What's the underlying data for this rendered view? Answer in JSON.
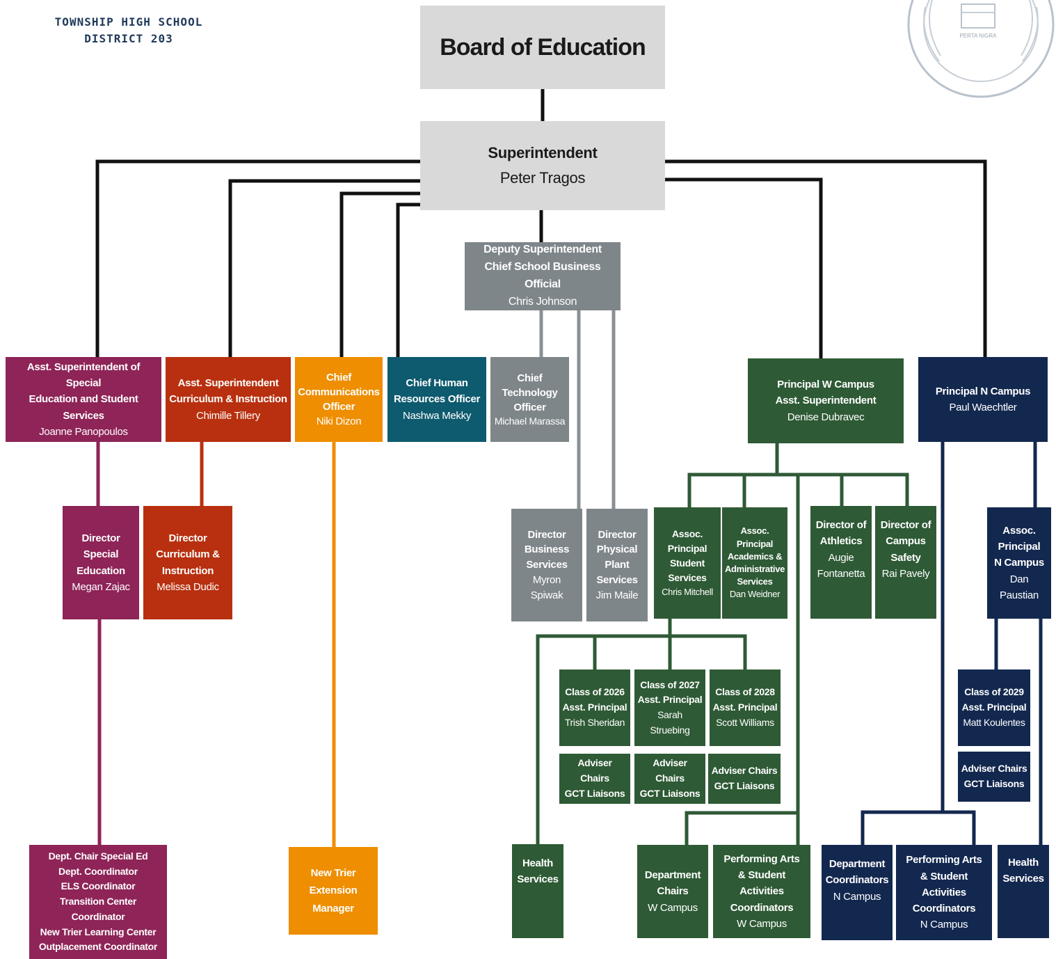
{
  "logo": {
    "line1": "TOWNSHIP HIGH SCHOOL",
    "line2": "DISTRICT 203",
    "seal_motto": "PERTA NIGRA"
  },
  "colors": {
    "board_gray": "#d9d9d9",
    "slate": "#7f868a",
    "plum": "#8e2457",
    "rust": "#b8300f",
    "orange": "#ee8e00",
    "teal": "#0e5a6e",
    "green": "#2e5a35",
    "navy": "#13284f"
  },
  "board": {
    "title": "Board of Education"
  },
  "superintendent": {
    "title": "Superintendent",
    "name": "Peter Tragos"
  },
  "deputy": {
    "line1": "Deputy Superintendent",
    "line2": "Chief School Business Official",
    "name": "Chris Johnson"
  },
  "asst_sped": {
    "line1": "Asst. Superintendent of Special",
    "line2": "Education and Student Services",
    "name": "Joanne Panopoulos"
  },
  "asst_ci": {
    "line1": "Asst. Superintendent",
    "line2": "Curriculum & Instruction",
    "name": "Chimille Tillery"
  },
  "chief_comm": {
    "line1": "Chief",
    "line2": "Communications",
    "line3": "Officer",
    "name": "Niki Dizon"
  },
  "chief_hr": {
    "line1": "Chief Human",
    "line2": "Resources Officer",
    "name": "Nashwa Mekky"
  },
  "chief_tech": {
    "line1": "Chief",
    "line2": "Technology",
    "line3": "Officer",
    "name": "Michael Marassa"
  },
  "principal_w": {
    "line1": "Principal W Campus",
    "line2": "Asst. Superintendent",
    "name": "Denise Dubravec"
  },
  "principal_n": {
    "line1": "Principal N Campus",
    "name": "Paul Waechtler"
  },
  "dir_sped": {
    "line1": "Director",
    "line2": "Special",
    "line3": "Education",
    "name": "Megan Zajac"
  },
  "dir_ci": {
    "line1": "Director",
    "line2": "Curriculum &",
    "line3": "Instruction",
    "name": "Melissa Dudic"
  },
  "dir_bus": {
    "line1": "Director",
    "line2": "Business",
    "line3": "Services",
    "name1": "Myron",
    "name2": "Spiwak"
  },
  "dir_plant": {
    "line1": "Director",
    "line2": "Physical",
    "line3": "Plant",
    "line4": "Services",
    "name": "Jim Maile"
  },
  "ap_student": {
    "line1": "Assoc.",
    "line2": "Principal",
    "line3": "Student",
    "line4": "Services",
    "name": "Chris Mitchell"
  },
  "ap_academics": {
    "line1": "Assoc.",
    "line2": "Principal",
    "line3": "Academics &",
    "line4": "Administrative",
    "line5": "Services",
    "name": "Dan Weidner"
  },
  "dir_athletics": {
    "line1": "Director of",
    "line2": "Athletics",
    "name1": "Augie",
    "name2": "Fontanetta"
  },
  "dir_safety": {
    "line1": "Director of",
    "line2": "Campus",
    "line3": "Safety",
    "name": "Rai Pavely"
  },
  "ap_n": {
    "line1": "Assoc.",
    "line2": "Principal",
    "line3": "N Campus",
    "name1": "Dan",
    "name2": "Paustian"
  },
  "class2026": {
    "line1": "Class of 2026",
    "line2": "Asst. Principal",
    "name": "Trish Sheridan"
  },
  "class2027": {
    "line1": "Class of 2027",
    "line2": "Asst. Principal",
    "name": "Sarah Struebing"
  },
  "class2028": {
    "line1": "Class of 2028",
    "line2": "Asst. Principal",
    "name": "Scott Williams"
  },
  "class2029": {
    "line1": "Class of 2029",
    "line2": "Asst. Principal",
    "name": "Matt Koulentes"
  },
  "adviser": {
    "line1": "Adviser Chairs",
    "line2": "GCT Liaisons"
  },
  "dept_chair_sped": {
    "line1": "Dept. Chair Special Ed",
    "line2": "Dept. Coordinator",
    "line3": "ELS Coordinator",
    "line4": "Transition Center Coordinator",
    "line5": "New Trier Learning Center",
    "line6": "Outplacement Coordinator"
  },
  "extension": {
    "line1": "New Trier",
    "line2": "Extension",
    "line3": "Manager"
  },
  "health": {
    "line1": "Health",
    "line2": "Services"
  },
  "dept_chairs_w": {
    "line1": "Department",
    "line2": "Chairs",
    "line3": "W Campus"
  },
  "perf_w": {
    "line1": "Performing Arts",
    "line2": "& Student Activities",
    "line3": "Coordinators",
    "line4": "W Campus"
  },
  "dept_coord_n": {
    "line1": "Department",
    "line2": "Coordinators",
    "line3": "N Campus"
  },
  "perf_n": {
    "line1": "Performing Arts",
    "line2": "& Student Activities",
    "line3": "Coordinators",
    "line4": "N Campus"
  }
}
